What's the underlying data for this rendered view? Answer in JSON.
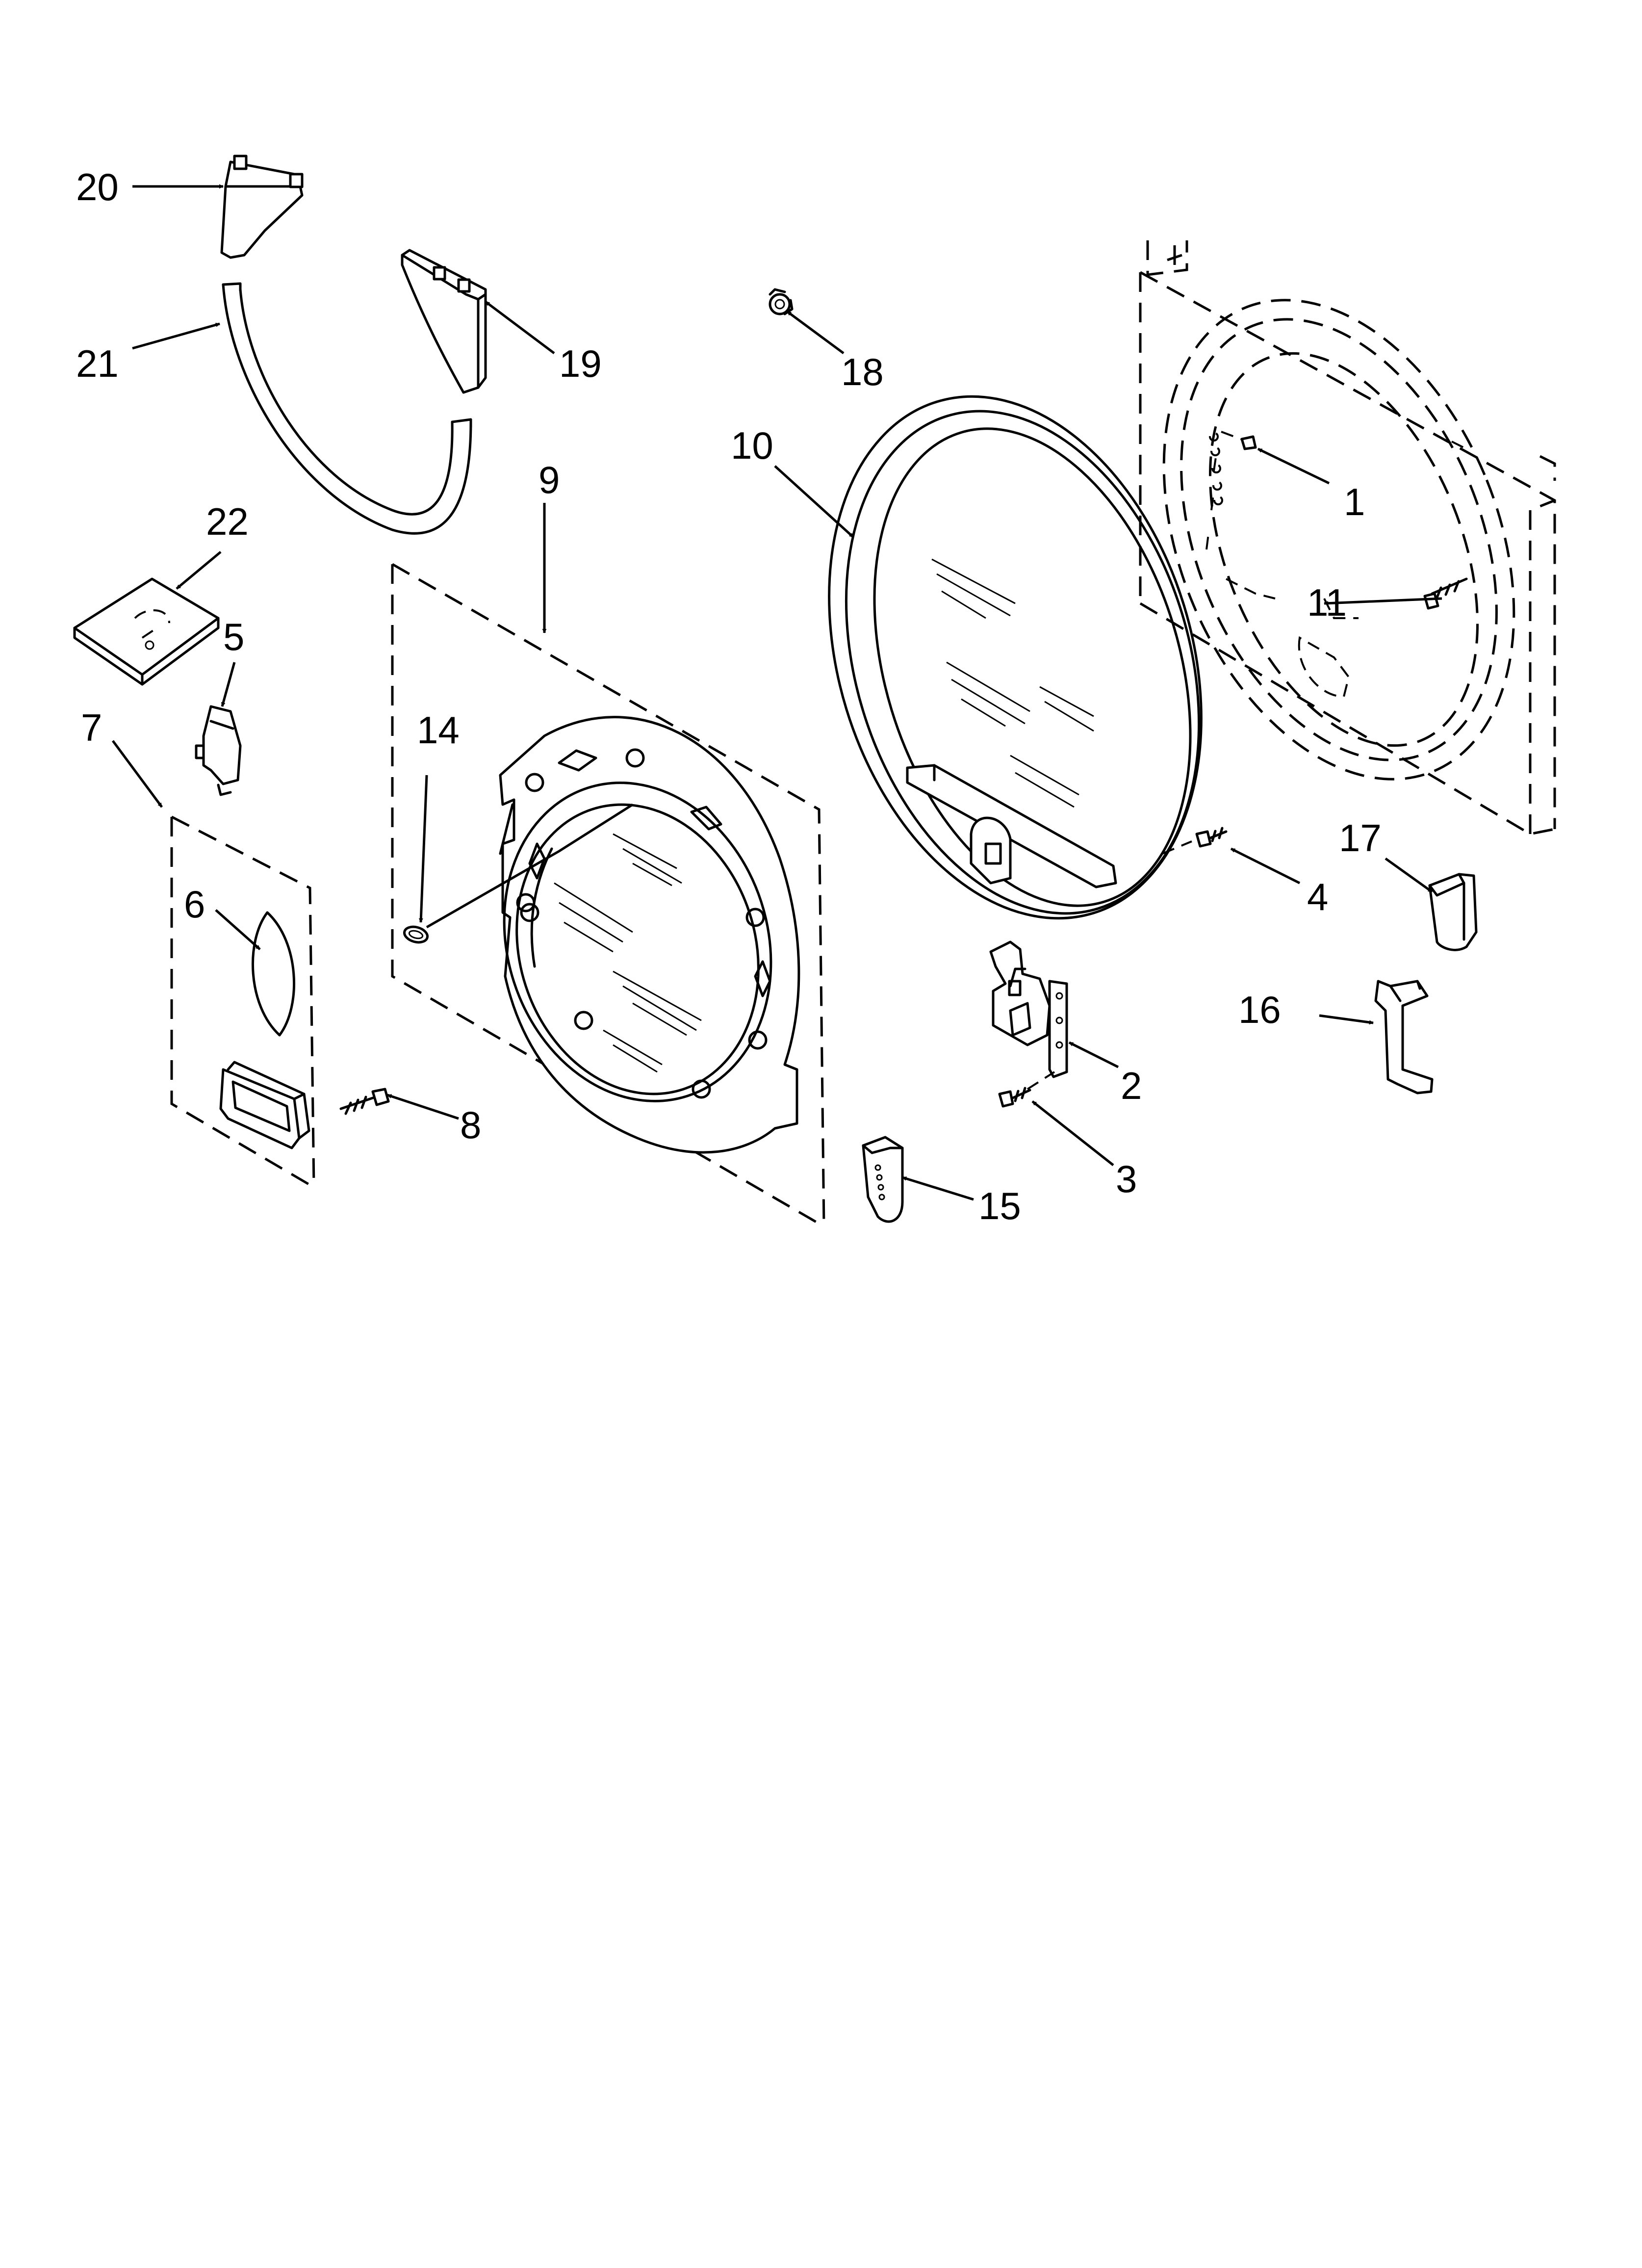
{
  "callouts": [
    {
      "id": "1",
      "label": "1"
    },
    {
      "id": "2",
      "label": "2"
    },
    {
      "id": "3",
      "label": "3"
    },
    {
      "id": "4",
      "label": "4"
    },
    {
      "id": "5",
      "label": "5"
    },
    {
      "id": "6",
      "label": "6"
    },
    {
      "id": "7",
      "label": "7"
    },
    {
      "id": "8",
      "label": "8"
    },
    {
      "id": "9",
      "label": "9"
    },
    {
      "id": "10",
      "label": "10"
    },
    {
      "id": "11",
      "label": "11"
    },
    {
      "id": "14",
      "label": "14"
    },
    {
      "id": "15",
      "label": "15"
    },
    {
      "id": "16",
      "label": "16"
    },
    {
      "id": "17",
      "label": "17"
    },
    {
      "id": "18",
      "label": "18"
    },
    {
      "id": "19",
      "label": "19"
    },
    {
      "id": "20",
      "label": "20"
    },
    {
      "id": "21",
      "label": "21"
    },
    {
      "id": "22",
      "label": "22"
    }
  ]
}
